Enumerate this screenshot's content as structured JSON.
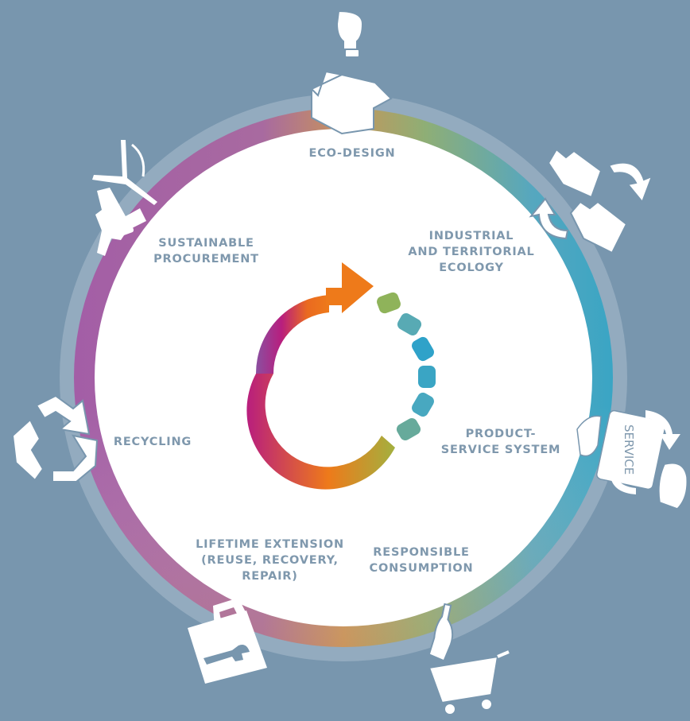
{
  "diagram": {
    "stages": {
      "eco_design": "ECO-DESIGN",
      "industrial_ecology": "INDUSTRIAL\nAND TERRITORIAL\nECOLOGY",
      "product_service": "PRODUCT-\nSERVICE SYSTEM",
      "responsible_consumption": "RESPONSIBLE\nCONSUMPTION",
      "lifetime_extension": "LIFETIME EXTENSION\n(REUSE, RECOVERY,\nREPAIR)",
      "recycling": "RECYCLING",
      "sustainable_procurement": "SUSTAINABLE\nPROCUREMENT"
    },
    "service_card_text": "SERVICE",
    "icons": {
      "eco_design": "lightbulb-box-icon",
      "industrial_ecology": "factories-exchange-icon",
      "product_service": "service-card-hands-icon",
      "responsible_consumption": "bottle-shopping-cart-icon",
      "lifetime_extension": "toolbox-icon",
      "recycling": "recycle-arrows-icon",
      "sustainable_procurement": "wind-turbine-excavator-icon"
    },
    "colors": {
      "background": "#7896ae",
      "outer_ring": "#93abbf",
      "inner_disc": "#ffffff",
      "label_text": "#7f98ad",
      "purple": "#9a5aa8",
      "magenta": "#b81e7e",
      "orange": "#ee7a1a",
      "olive": "#a3b03f",
      "teal": "#3aa5c4"
    }
  }
}
